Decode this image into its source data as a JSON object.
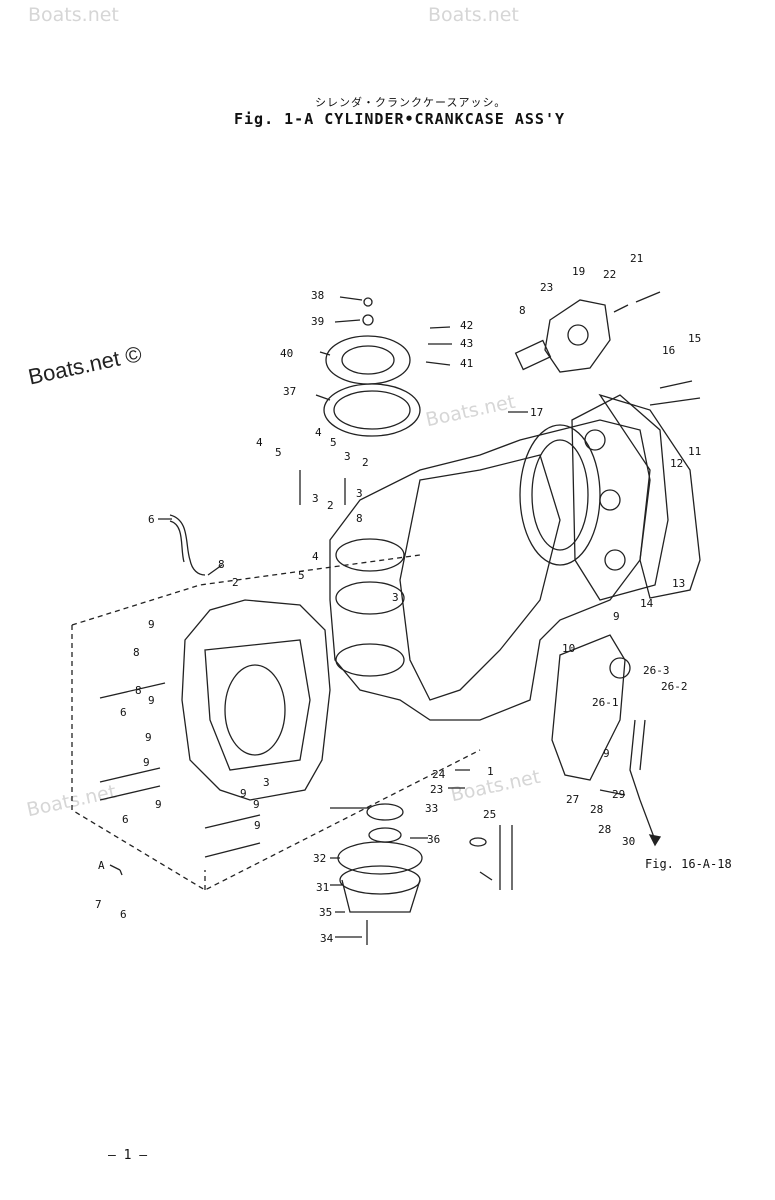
{
  "watermarks": [
    "Boats.net",
    "Boats.net",
    "Boats.net",
    "Boats.net",
    "Boats.net"
  ],
  "watermark_main": "Boats.net ©",
  "title_jp": "シレンダ・クランクケースアッシ。",
  "title": "Fig. 1-A CYLINDER•CRANKCASE ASS'Y",
  "fig_reference": "Fig. 16-A-18",
  "page_number": "— 1 —",
  "callouts": [
    "38",
    "39",
    "40",
    "37",
    "42",
    "43",
    "41",
    "8",
    "23",
    "19",
    "22",
    "21",
    "15",
    "16",
    "11",
    "12",
    "13",
    "14",
    "9",
    "10",
    "17",
    "4",
    "5",
    "4",
    "5",
    "3",
    "2",
    "3",
    "2",
    "3",
    "8",
    "6",
    "8",
    "4",
    "5",
    "3",
    "2",
    "8",
    "9",
    "8",
    "9",
    "6",
    "9",
    "9",
    "6",
    "9",
    "9",
    "3",
    "9",
    "9",
    "A",
    "7",
    "6",
    "24",
    "23",
    "25",
    "1",
    "33",
    "36",
    "32",
    "31",
    "35",
    "34",
    "26-3",
    "26-2",
    "26-1",
    "9",
    "27",
    "28",
    "29",
    "28",
    "30"
  ]
}
